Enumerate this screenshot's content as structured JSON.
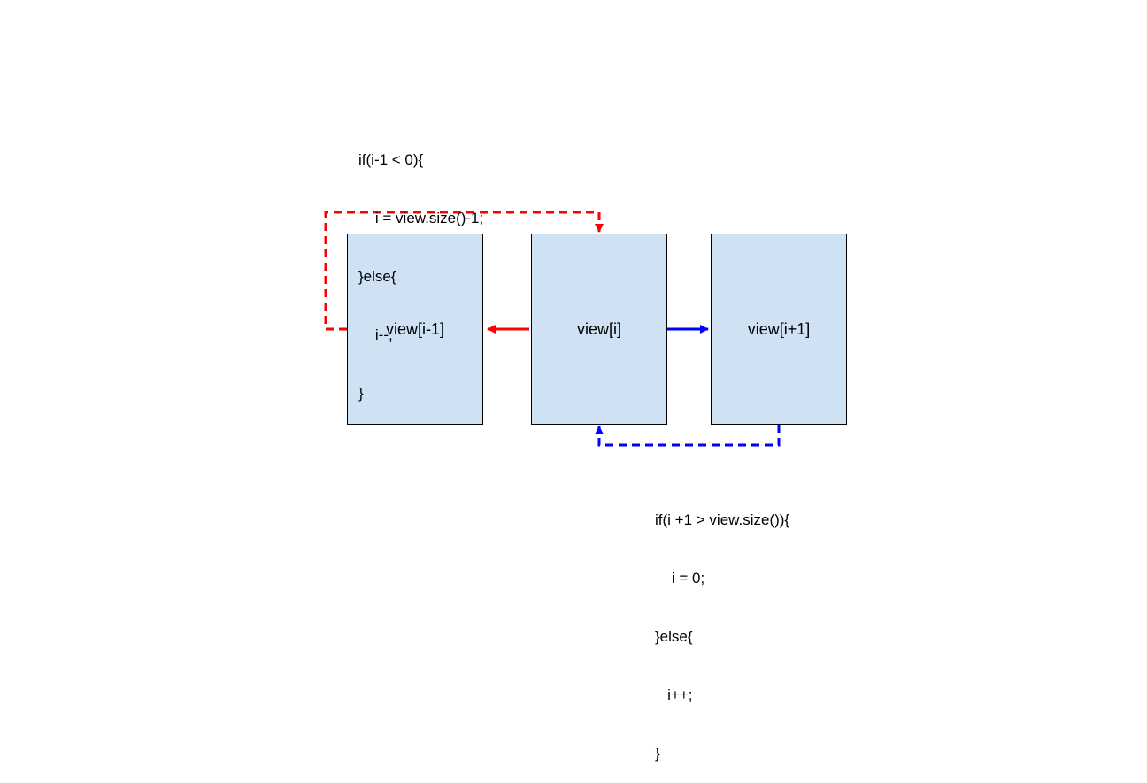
{
  "boxes": {
    "prev": "view[i-1]",
    "current": "view[i]",
    "next": "view[i+1]"
  },
  "code_top": [
    "if(i-1 < 0){",
    "    i = view.size()-1;",
    "}else{",
    "    i--;",
    "}"
  ],
  "code_bottom": [
    "if(i +1 > view.size()){",
    "    i = 0;",
    "}else{",
    "   i++;",
    "}"
  ],
  "colors": {
    "box_fill": "#cfe2f3",
    "prev_arrow": "#ff0000",
    "next_arrow": "#0000ff"
  }
}
